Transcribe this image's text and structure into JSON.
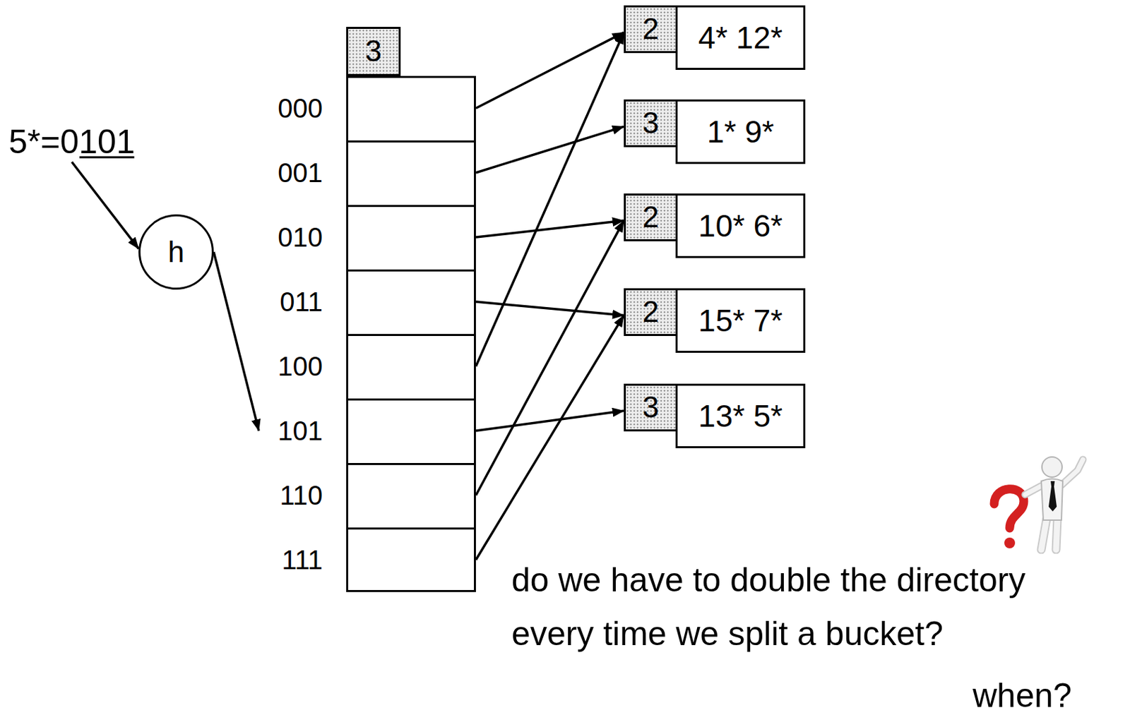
{
  "diagram": {
    "nodes": [
      {
        "text": [
          "5*=0101"
        ]
      },
      {
        "text": [
          "h"
        ]
      },
      {
        "text": [
          "3"
        ]
      },
      {
        "text": [
          "000"
        ]
      },
      {
        "text": [
          "001"
        ]
      },
      {
        "text": [
          "010"
        ]
      },
      {
        "text": [
          "011"
        ]
      },
      {
        "text": [
          "100"
        ]
      },
      {
        "text": [
          "101"
        ]
      },
      {
        "text": [
          "110"
        ]
      },
      {
        "text": [
          "111"
        ]
      },
      {
        "text": [
          "2",
          "4* 12*"
        ]
      },
      {
        "text": [
          "3",
          "1* 9*"
        ]
      },
      {
        "text": [
          "2",
          "10* 6*"
        ]
      },
      {
        "text": [
          "2",
          "15* 7*"
        ]
      },
      {
        "text": [
          "3",
          "13* 5*"
        ]
      }
    ],
    "edges": [
      {
        "from": 0,
        "to": 1,
        "arrow": "to"
      },
      {
        "from": 1,
        "to": 8,
        "arrow": "to"
      },
      {
        "from": 3,
        "to": 11,
        "arrow": "to"
      },
      {
        "from": 4,
        "to": 12,
        "arrow": "to"
      },
      {
        "from": 5,
        "to": 13,
        "arrow": "to"
      },
      {
        "from": 6,
        "to": 14,
        "arrow": "to"
      },
      {
        "from": 7,
        "to": 11,
        "arrow": "to"
      },
      {
        "from": 8,
        "to": 15,
        "arrow": "to"
      },
      {
        "from": 9,
        "to": 13,
        "arrow": "to"
      },
      {
        "from": 10,
        "to": 14,
        "arrow": "to"
      }
    ],
    "labels": [
      "do we have to double the directory every time we split a bucket?",
      "when?"
    ]
  }
}
